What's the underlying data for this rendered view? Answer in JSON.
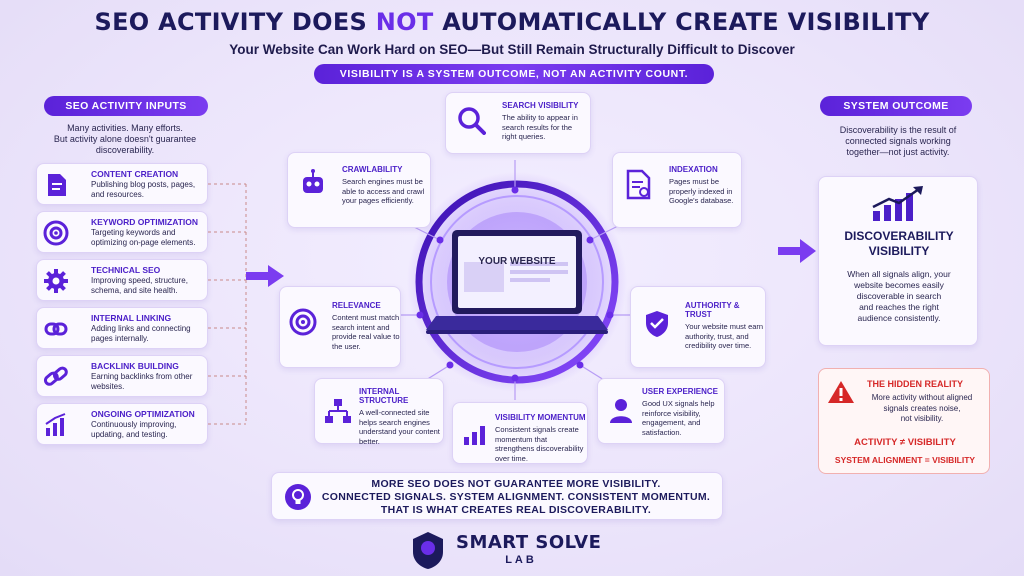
{
  "header": {
    "title_prefix": "SEO ACTIVITY DOES ",
    "title_highlight": "NOT",
    "title_suffix": " AUTOMATICALLY CREATE VISIBILITY",
    "subtitle": "Your Website Can Work Hard on SEO—But Still Remain Structurally Difficult to Discover",
    "banner": "VISIBILITY IS A SYSTEM OUTCOME, NOT AN ACTIVITY COUNT."
  },
  "left": {
    "pill": "SEO ACTIVITY INPUTS",
    "intro": [
      "Many activities. Many efforts.",
      "But activity alone doesn't guarantee",
      "discoverability."
    ],
    "items": [
      {
        "title": "CONTENT CREATION",
        "desc": "Publishing blog posts, pages, and resources.",
        "icon": "document-icon"
      },
      {
        "title": "KEYWORD OPTIMIZATION",
        "desc": "Targeting keywords and optimizing on-page elements.",
        "icon": "target-icon"
      },
      {
        "title": "TECHNICAL SEO",
        "desc": "Improving speed, structure, schema, and site health.",
        "icon": "gear-icon"
      },
      {
        "title": "INTERNAL LINKING",
        "desc": "Adding links and connecting pages internally.",
        "icon": "link-icon"
      },
      {
        "title": "BACKLINK BUILDING",
        "desc": "Earning backlinks from other websites.",
        "icon": "chain-icon"
      },
      {
        "title": "ONGOING OPTIMIZATION",
        "desc": "Continuously improving, updating, and testing.",
        "icon": "growth-chart-icon"
      }
    ]
  },
  "hub": {
    "label": "YOUR WEBSITE",
    "factors": {
      "search": {
        "title": "SEARCH VISIBILITY",
        "desc": "The ability to appear in search results for the right queries."
      },
      "crawl": {
        "title": "CRAWLABILITY",
        "desc": "Search engines must be able to access and crawl your pages efficiently."
      },
      "index": {
        "title": "INDEXATION",
        "desc": "Pages must be properly indexed in Google's database."
      },
      "relevance": {
        "title": "RELEVANCE",
        "desc": "Content must match search intent and provide real value to the user."
      },
      "authority": {
        "title": "AUTHORITY & TRUST",
        "desc": "Your website must earn authority, trust, and credibility over time."
      },
      "structure": {
        "title": "INTERNAL STRUCTURE",
        "desc": "A well-connected site helps search engines understand your content better."
      },
      "momentum": {
        "title": "VISIBILITY MOMENTUM",
        "desc": "Consistent signals create momentum that strengthens discoverability over time."
      },
      "ux": {
        "title": "USER EXPERIENCE",
        "desc": "Good UX signals help reinforce visibility, engagement, and satisfaction."
      }
    }
  },
  "right": {
    "pill": "SYSTEM OUTCOME",
    "intro": [
      "Discoverability is the result of",
      "connected signals working",
      "together—not just activity."
    ],
    "outcome_title_1": "DISCOVERABILITY",
    "outcome_title_2": "VISIBILITY",
    "outcome_desc": [
      "When all signals align, your",
      "website becomes easily",
      "discoverable in search",
      "and reaches the right",
      "audience consistently."
    ],
    "hidden_title": "THE HIDDEN REALITY",
    "hidden_desc": [
      "More activity without aligned",
      "signals creates noise,",
      "not visibility."
    ],
    "eq1": "ACTIVITY ≠ VISIBILITY",
    "eq2": "SYSTEM ALIGNMENT = VISIBILITY"
  },
  "footer": {
    "line1": "MORE SEO DOES NOT GUARANTEE MORE VISIBILITY.",
    "line2": "CONNECTED SIGNALS. SYSTEM ALIGNMENT. CONSISTENT MOMENTUM.",
    "line3": "THAT IS WHAT CREATES REAL DISCOVERABILITY."
  },
  "brand": {
    "name": "SMART SOLVE",
    "sub": "LAB"
  },
  "colors": {
    "accent": "#6a2ee8",
    "navy": "#1c1a5c",
    "alert": "#d62828"
  }
}
